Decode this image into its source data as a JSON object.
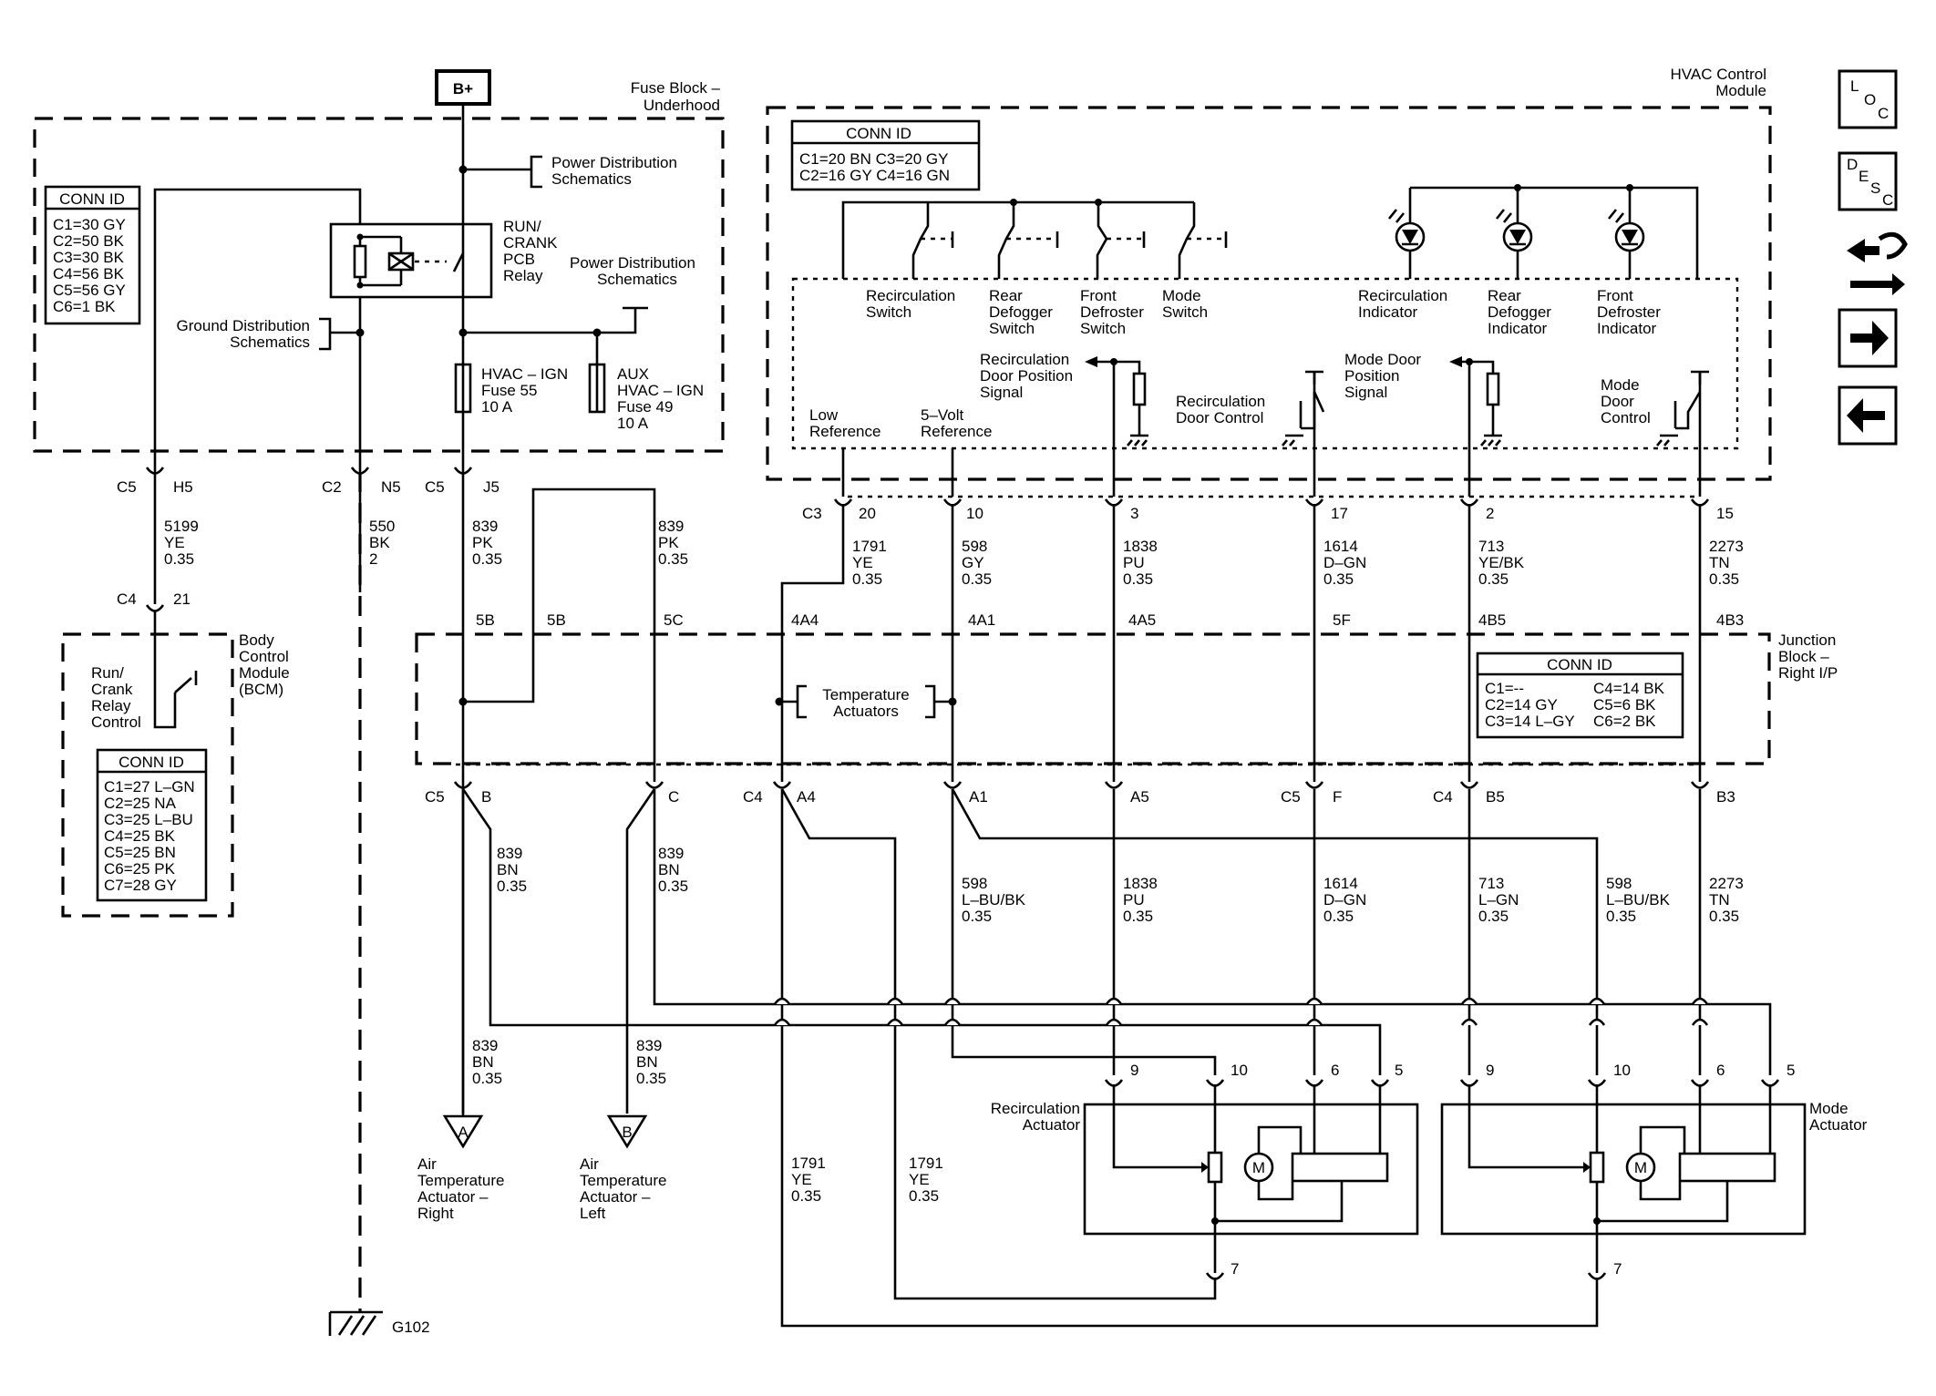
{
  "supply": {
    "bplus": "B+"
  },
  "fuse_block": {
    "title": [
      "Fuse Block –",
      "Underhood"
    ],
    "conn_id": {
      "title": "CONN ID",
      "rows": [
        "C1=30 GY",
        "C2=50 BK",
        "C3=30 BK",
        "C4=56 BK",
        "C5=56 GY",
        "C6=1 BK"
      ]
    },
    "power_dist_1": [
      "Power Distribution",
      "Schematics"
    ],
    "power_dist_2": [
      "Power Distribution",
      "Schematics"
    ],
    "relay": [
      "RUN/",
      "CRANK",
      "PCB",
      "Relay"
    ],
    "ground_dist": [
      "Ground Distribution",
      "Schematics"
    ],
    "fuse_55": [
      "HVAC – IGN",
      "Fuse 55",
      "10 A"
    ],
    "fuse_49": [
      "AUX",
      "HVAC – IGN",
      "Fuse 49",
      "10 A"
    ]
  },
  "hvac_module": {
    "title": [
      "HVAC Control",
      "Module"
    ],
    "conn_id": {
      "title": "CONN ID",
      "rows": [
        "C1=20 BN  C3=20 GY",
        "C2=16 GY  C4=16 GN"
      ]
    },
    "switches": [
      [
        "Recirculation",
        "Switch"
      ],
      [
        "Rear",
        "Defogger",
        "Switch"
      ],
      [
        "Front",
        "Defroster",
        "Switch"
      ],
      [
        "Mode",
        "Switch"
      ]
    ],
    "indicators": [
      [
        "Recirculation",
        "Indicator"
      ],
      [
        "Rear",
        "Defogger",
        "Indicator"
      ],
      [
        "Front",
        "Defroster",
        "Indicator"
      ]
    ],
    "low_ref": [
      "Low",
      "Reference"
    ],
    "volt_ref": [
      "5–Volt",
      "Reference"
    ],
    "recirc_pos": [
      "Recirculation",
      "Door Position",
      "Signal"
    ],
    "recirc_ctrl": [
      "Recirculation",
      "Door Control"
    ],
    "mode_pos": [
      "Mode Door",
      "Position",
      "Signal"
    ],
    "mode_ctrl": [
      "Mode",
      "Door",
      "Control"
    ]
  },
  "bcm": {
    "title": [
      "Body",
      "Control",
      "Module",
      "(BCM)"
    ],
    "relay_ctrl": [
      "Run/",
      "Crank",
      "Relay",
      "Control"
    ],
    "conn_id": {
      "title": "CONN ID",
      "rows": [
        "C1=27 L–GN",
        "C2=25 NA",
        "C3=25 L–BU",
        "C4=25 BK",
        "C5=25 BN",
        "C6=25 PK",
        "C7=28 GY"
      ]
    }
  },
  "junction_block": {
    "title": [
      "Junction",
      "Block –",
      "Right I/P"
    ],
    "conn_id": {
      "title": "CONN ID",
      "rows_left": [
        "C1=--",
        "C2=14 GY",
        "C3=14 L–GY"
      ],
      "rows_right": [
        "C4=14 BK",
        "C5=6 BK",
        "C6=2 BK"
      ]
    },
    "temp_actuators": [
      "Temperature",
      "Actuators"
    ]
  },
  "connectors": {
    "fb_c5_h5": [
      "C5",
      "H5"
    ],
    "fb_c2_n5": [
      "C2",
      "N5"
    ],
    "fb_c5_j5": [
      "C5",
      "J5"
    ],
    "bcm_c4_21": [
      "C4",
      "21"
    ],
    "hvac_c3": "C3",
    "hvac_pins": [
      "20",
      "10",
      "3",
      "17",
      "2",
      "15"
    ],
    "jb_top": [
      "5B",
      "5B",
      "5C",
      "4A4",
      "4A1",
      "4A5",
      "5F",
      "4B5",
      "4B3"
    ],
    "jb_bottom": {
      "c5": "C5",
      "b": "B",
      "c": "C",
      "c4": "C4",
      "a4": "A4",
      "a1": "A1",
      "a5": "A5",
      "c5b": "C5",
      "f": "F",
      "c4b": "C4",
      "b5": "B5",
      "b3": "B3"
    },
    "act_pins": [
      "9",
      "10",
      "6",
      "5",
      "9",
      "10",
      "6",
      "5",
      "7",
      "7"
    ]
  },
  "wires": {
    "w5199": [
      "5199",
      "YE",
      "0.35"
    ],
    "w550": [
      "550",
      "BK",
      "2"
    ],
    "w839_pk_a": [
      "839",
      "PK",
      "0.35"
    ],
    "w839_pk_b": [
      "839",
      "PK",
      "0.35"
    ],
    "w1791_top": [
      "1791",
      "YE",
      "0.35"
    ],
    "w598_top": [
      "598",
      "GY",
      "0.35"
    ],
    "w1838_top": [
      "1838",
      "PU",
      "0.35"
    ],
    "w1614_top": [
      "1614",
      "D–GN",
      "0.35"
    ],
    "w713_top": [
      "713",
      "YE/BK",
      "0.35"
    ],
    "w2273_top": [
      "2273",
      "TN",
      "0.35"
    ],
    "w839_bn_a": [
      "839",
      "BN",
      "0.35"
    ],
    "w839_bn_b": [
      "839",
      "BN",
      "0.35"
    ],
    "w598_lbu": [
      "598",
      "L–BU/BK",
      "0.35"
    ],
    "w1838_bot": [
      "1838",
      "PU",
      "0.35"
    ],
    "w1614_bot": [
      "1614",
      "D–GN",
      "0.35"
    ],
    "w713_lgn": [
      "713",
      "L–GN",
      "0.35"
    ],
    "w598_lbu_b": [
      "598",
      "L–BU/BK",
      "0.35"
    ],
    "w2273_bot": [
      "2273",
      "TN",
      "0.35"
    ],
    "w839_bn_c": [
      "839",
      "BN",
      "0.35"
    ],
    "w839_bn_d": [
      "839",
      "BN",
      "0.35"
    ],
    "w1791_a": [
      "1791",
      "YE",
      "0.35"
    ],
    "w1791_b": [
      "1791",
      "YE",
      "0.35"
    ]
  },
  "loads": {
    "air_right": {
      "letter": "A",
      "label": [
        "Air",
        "Temperature",
        "Actuator –",
        "Right"
      ]
    },
    "air_left": {
      "letter": "B",
      "label": [
        "Air",
        "Temperature",
        "Actuator –",
        "Left"
      ]
    },
    "recirc_actuator": [
      "Recirculation",
      "Actuator"
    ],
    "mode_actuator": [
      "Mode",
      "Actuator"
    ],
    "motor_symbol": "M",
    "ground": "G102"
  },
  "nav": {
    "loc": [
      "L",
      "O",
      "C"
    ],
    "desc": [
      "D",
      "E",
      "S",
      "C"
    ],
    "icons": [
      "connector-path-icon",
      "arrow-right-icon",
      "arrow-left-icon"
    ]
  }
}
